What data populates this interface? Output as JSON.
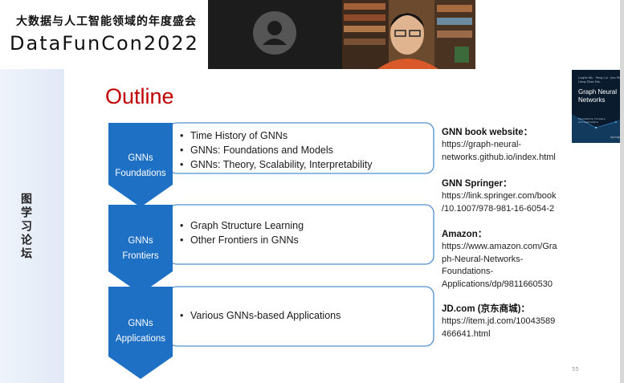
{
  "header": {
    "conference_title": "大数据与人工智能领域的年度盛会",
    "conference_brand": "DataFunCon2022"
  },
  "side_label": "图学习论坛",
  "slide": {
    "title": "Outline",
    "sections": [
      {
        "chevron_lines": [
          "GNNs",
          "Foundations"
        ],
        "bullets": [
          "Time History of GNNs",
          "GNNs: Foundations and Models",
          "GNNs: Theory, Scalability, Interpretability"
        ]
      },
      {
        "chevron_lines": [
          "GNNs",
          "Frontiers"
        ],
        "bullets": [
          "Graph Structure Learning",
          "Other Frontiers in GNNs"
        ]
      },
      {
        "chevron_lines": [
          "GNNs",
          "Applications"
        ],
        "bullets": [
          "Various GNNs-based Applications"
        ]
      }
    ],
    "references": [
      {
        "title": "GNN book website：",
        "lines": [
          "https://graph-neural-",
          "networks.github.io/index.html"
        ]
      },
      {
        "title": "GNN Springer：",
        "lines": [
          "https://link.springer.com/book",
          "/10.1007/978-981-16-6054-2"
        ]
      },
      {
        "title": "Amazon：",
        "lines": [
          "https://www.amazon.com/Gra",
          "ph-Neural-Networks-",
          "Foundations-",
          "Applications/dp/9811660530"
        ]
      },
      {
        "title": "JD.com (京东商城)：",
        "lines": [
          "https://item.jd.com/10043589",
          "466641.html"
        ]
      }
    ],
    "book_cover": {
      "authors": "Lingfei Wu · Peng Cui · Jian Pei · Liang Zhao Eds.",
      "title": "Graph Neural Networks",
      "subtitle": "Foundations, Frontiers, and Applications",
      "publisher": "Springer"
    },
    "page_number": "55"
  },
  "colors": {
    "title_red": "#c00000",
    "chevron_blue": "#1e70c4",
    "box_border": "#4f8fd0",
    "band": "#e6ecf7"
  }
}
